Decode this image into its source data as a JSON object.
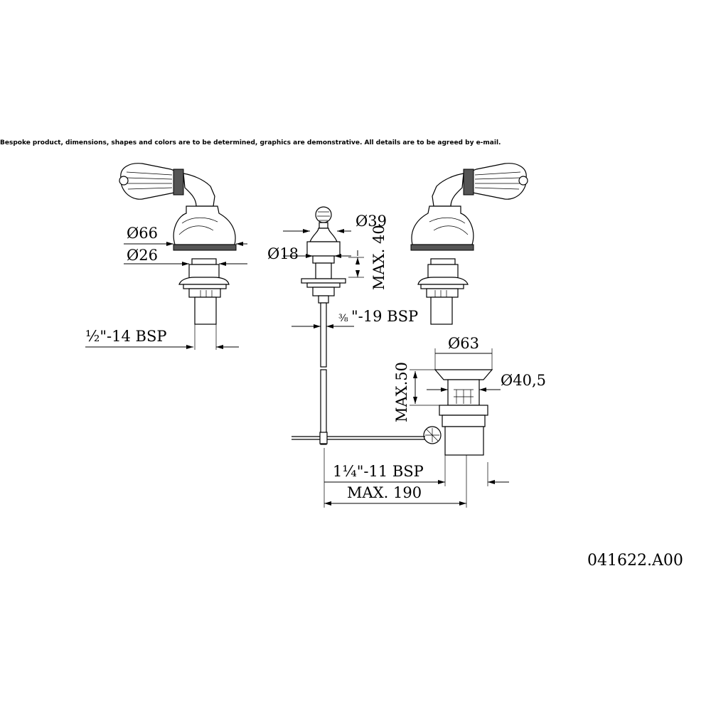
{
  "disclaimer": "Bespoke product, dimensions, shapes and colors are to be determined, graphics are demonstrative. All details are to be agreed by e-mail.",
  "dimensions": {
    "left_outer_diameter": "Ø66",
    "left_inner_diameter": "Ø26",
    "left_thread": "½\"-14 BSP",
    "spout_top_diameter": "Ø39",
    "spout_diameter": "Ø18",
    "spout_max_height": "MAX. 40",
    "spout_thread_prefix": "⅜",
    "spout_thread": "\"-19 BSP",
    "waste_diameter_top": "Ø63",
    "waste_diameter": "Ø40,5",
    "waste_max_height": "MAX.50",
    "waste_thread": "1¼\"-11 BSP",
    "max_length": "MAX. 190"
  },
  "product_code": "041622.A00"
}
